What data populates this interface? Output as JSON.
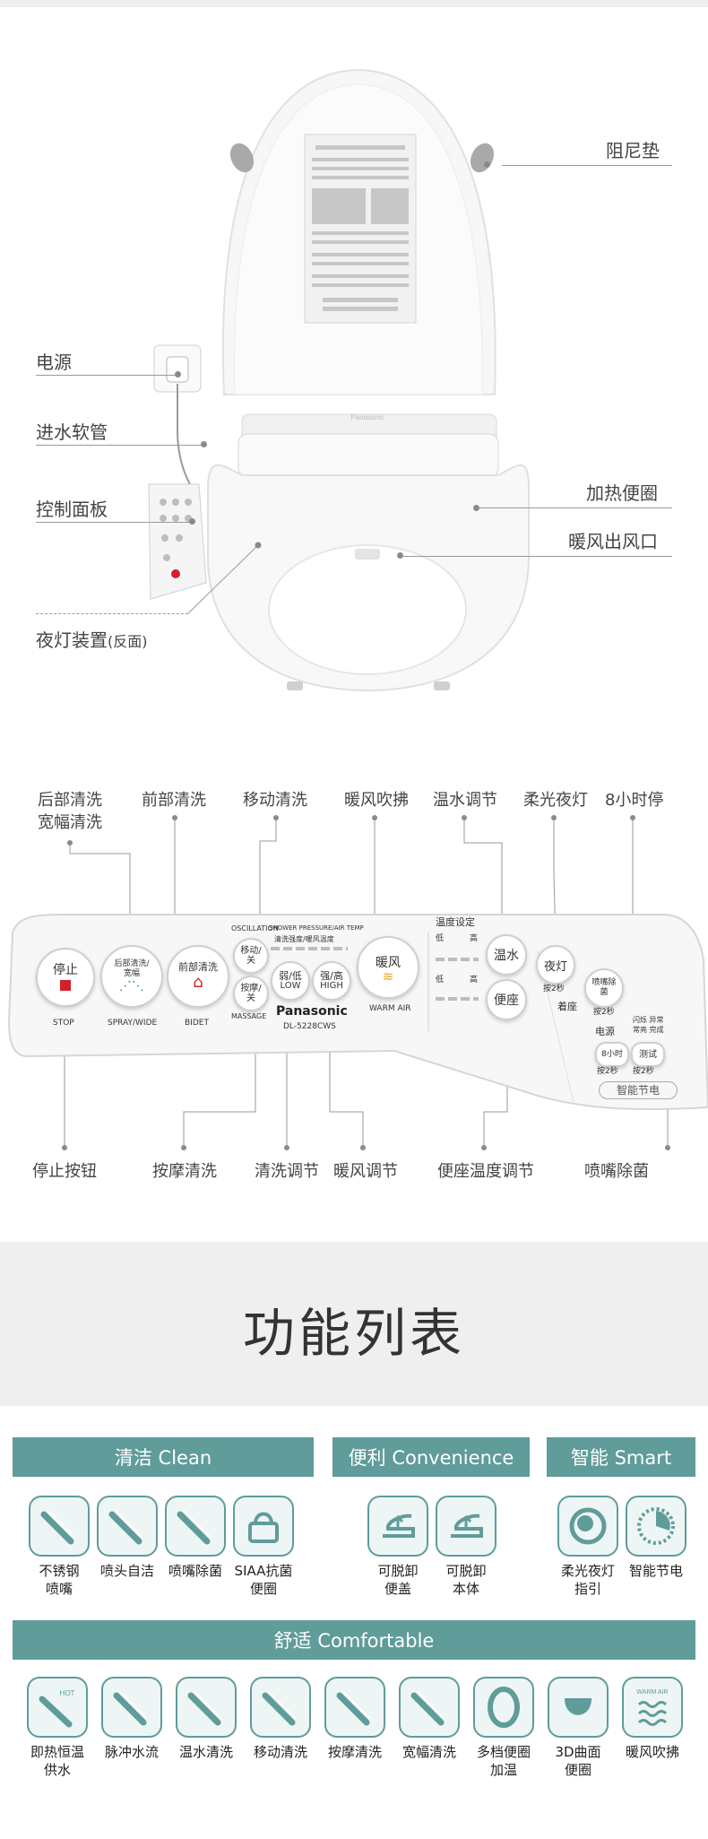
{
  "diagram": {
    "callouts": {
      "damper": "阻尼垫",
      "power": "电源",
      "water_hose": "进水软管",
      "control_panel": "控制面板",
      "heated_seat": "加热便圈",
      "warm_air_outlet": "暖风出风口",
      "night_light": "夜灯装置",
      "night_light_note": "(反面)"
    },
    "brand": "Panasonic"
  },
  "panel": {
    "top_labels": {
      "rear_wash": "后部清洗",
      "wide_wash": "宽幅清洗",
      "front_wash": "前部清洗",
      "move_wash": "移动清洗",
      "warm_air": "暖风吹拂",
      "water_temp": "温水调节",
      "soft_light": "柔光夜灯",
      "auto_stop": "8小时停"
    },
    "bottom_labels": {
      "stop_button": "停止按钮",
      "massage_wash": "按摩清洗",
      "wash_adjust": "清洗调节",
      "air_adjust": "暖风调节",
      "seat_temp": "便座温度调节",
      "nozzle_clean": "喷嘴除菌"
    },
    "buttons": {
      "stop_cn": "停止",
      "stop_en": "STOP",
      "spray_cn": "后部清洗/宽幅",
      "spray_en": "SPRAY/WIDE",
      "bidet_cn": "前部清洗",
      "bidet_en": "BIDET",
      "oscillation_en": "OSCILLATION",
      "move_cn": "移动/关",
      "massage_cn": "按摩/关",
      "massage_en": "MASSAGE",
      "pressure_header_en": "SHOWER PRESSURE/AIR TEMP",
      "pressure_header_cn": "清洗强度/暖风温度",
      "low_cn": "弱/低",
      "low_en": "LOW",
      "high_cn": "强/高",
      "high_en": "HIGH",
      "warm_cn": "暖风",
      "warm_en": "WARM AIR",
      "model": "DL-5228CWS",
      "temp_setting": "温度设定",
      "low": "低",
      "high": "高",
      "water_btn": "温水",
      "seat_btn": "便座",
      "night_btn": "夜灯",
      "press2s": "按2秒",
      "nozzle_btn": "喷嘴除菌",
      "seated": "着座",
      "power_ind": "电源",
      "eight_h": "8小时",
      "test": "测试",
      "blink_note": "闪烁 异常\n常亮 完成",
      "eco": "智能节电"
    }
  },
  "functions": {
    "title": "功能列表",
    "categories": {
      "clean": "清洁 Clean",
      "convenience": "便利 Convenience",
      "smart": "智能 Smart",
      "comfortable": "舒适 Comfortable"
    },
    "clean_items": [
      "不锈钢\n喷嘴",
      "喷头自洁",
      "喷嘴除菌",
      "SIAA抗菌\n便圈"
    ],
    "convenience_items": [
      "可脱卸\n便盖",
      "可脱卸\n本体"
    ],
    "smart_items": [
      "柔光夜灯\n指引",
      "智能节电"
    ],
    "comfort_items": [
      "即热恒温\n供水",
      "脉冲水流",
      "温水清洗",
      "移动清洗",
      "按摩清洗",
      "宽幅清洗",
      "多档便圈\n加温",
      "3D曲面\n便圈",
      "暖风吹拂"
    ],
    "icon_texts": {
      "hot": "HOT",
      "warm_air": "WARM AIR"
    }
  },
  "colors": {
    "accent": "#5f9c9a",
    "stop_red": "#d21f2a"
  }
}
